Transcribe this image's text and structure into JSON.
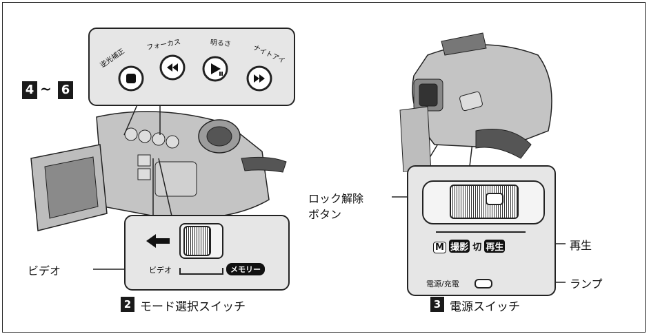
{
  "top_badges": {
    "first": "4",
    "tilde": "~",
    "last": "6"
  },
  "control_panel": {
    "buttons": [
      {
        "label": "逆光補正",
        "icon": "square-stop-icon"
      },
      {
        "label": "フォーカス",
        "icon": "rewind-icon"
      },
      {
        "label": "明るさ",
        "icon": "play-pause-icon"
      },
      {
        "label": "ナイトアイ",
        "icon": "fast-forward-icon"
      }
    ]
  },
  "mode_switch": {
    "callout": "ビデオ",
    "label_video": "ビデオ",
    "label_memory": "メモリー",
    "caption_number": "2",
    "caption": "モード選択スイッチ"
  },
  "power_switch": {
    "lock_release_line1": "ロック解除",
    "lock_release_line2": "ボタン",
    "mode_m": "M",
    "mode_record": "撮影",
    "mode_off": "切",
    "mode_play": "再生",
    "play_callout": "再生",
    "lamp_label": "電源/充電",
    "lamp_callout": "ランプ",
    "caption_number": "3",
    "caption": "電源スイッチ"
  },
  "colors": {
    "frame": "#222222",
    "panel": "#e6e6e6",
    "badge": "#1a1a1a",
    "camera_body": "#b8b8b8"
  }
}
